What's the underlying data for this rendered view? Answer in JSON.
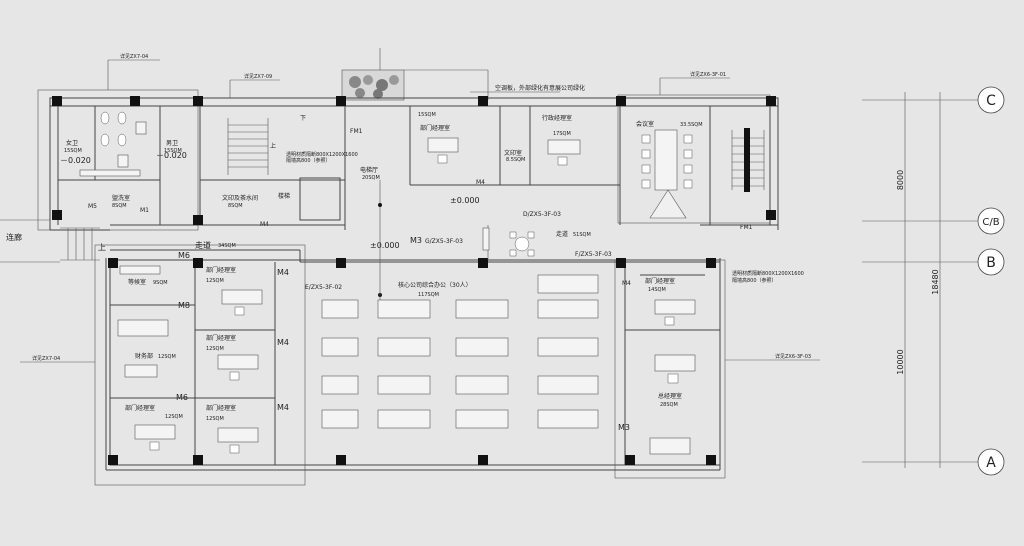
{
  "grid_axes": {
    "c": "C",
    "cb": "C/B",
    "b": "B",
    "a": "A"
  },
  "dimensions": {
    "d1": "8000",
    "d2": "18480",
    "d3": "10000"
  },
  "rooms": {
    "female_wc": "女卫",
    "female_wc_area": "15SQM",
    "male_wc": "男卫",
    "male_wc_area": "15SQM",
    "wash": "盥洗室",
    "wash_area": "8SQM",
    "level_left": "－0.020",
    "level_mid": "－0.020",
    "copy_water": "文印及茶水间",
    "copy_water_area": "8SQM",
    "stair": "楼梯",
    "elevator_hall": "电梯厅",
    "elevator_hall_area": "20SQM",
    "dept1": "部门经理室",
    "dept1_area": "15SQM",
    "print": "文印室",
    "print_area": "8.5SQM",
    "admin_mgr": "行政经理室",
    "admin_mgr_area": "17SQM",
    "meeting": "会议室",
    "meeting_area": "33.5SQM",
    "corridor": "走道",
    "corridor_area": "34SQM",
    "corridor2": "走道",
    "corridor2_area": "51SQM",
    "lobby_level": "±0.000",
    "lobby_level2": "±0.000",
    "waiting": "等候室",
    "waiting_area": "9SQM",
    "dept_left1": "部门经理室",
    "dept_left1_area": "12SQM",
    "finance": "财务部",
    "finance_area": "12SQM",
    "dept_left2": "部门经理室",
    "dept_left2_area": "12SQM",
    "dept_left3": "部门经理室",
    "dept_left3_area": "12SQM",
    "dept_left4": "部门经理室",
    "dept_left4_area": "12SQM",
    "open_office": "核心公司综合办公（30人）",
    "open_office_area": "117SQM",
    "dept_right": "部门经理室",
    "dept_right_area": "14SQM",
    "gm": "总经理室",
    "gm_area": "28SQM",
    "link": "连廊"
  },
  "notes": {
    "top_callout": "空调板，外部绿化有意展公司绿化",
    "glass_note1": "透明材质隔断800X1200X1600",
    "glass_note2": "隔墙高800（参照）",
    "glass_note3": "透明材质隔断800X1200X1600",
    "glass_note4": "隔墙高800（参照）",
    "up": "上",
    "down": "下",
    "up2": "上"
  },
  "refs": {
    "r1": "详见ZX7-04",
    "r2": "详见ZX7-09",
    "r3": "详见ZX6-3F-01",
    "r4": "详见ZX7-04",
    "r5": "详见ZX6-3F-03",
    "e": "E/ZX5-3F-02",
    "g": "G/ZX5-3F-03",
    "d": "D/ZX5-3F-03",
    "f": "F/ZX5-3F-03"
  },
  "doors": {
    "m1": "M1",
    "m3a": "M3",
    "m3b": "M3",
    "m4a": "M4",
    "m4b": "M4",
    "m4c": "M4",
    "m4d": "M4",
    "m4e": "M4",
    "m4f": "M4",
    "m6a": "M6",
    "m6b": "M6",
    "m8": "M8",
    "fm1a": "FM1",
    "fm1b": "FM1",
    "m5": "M5"
  }
}
